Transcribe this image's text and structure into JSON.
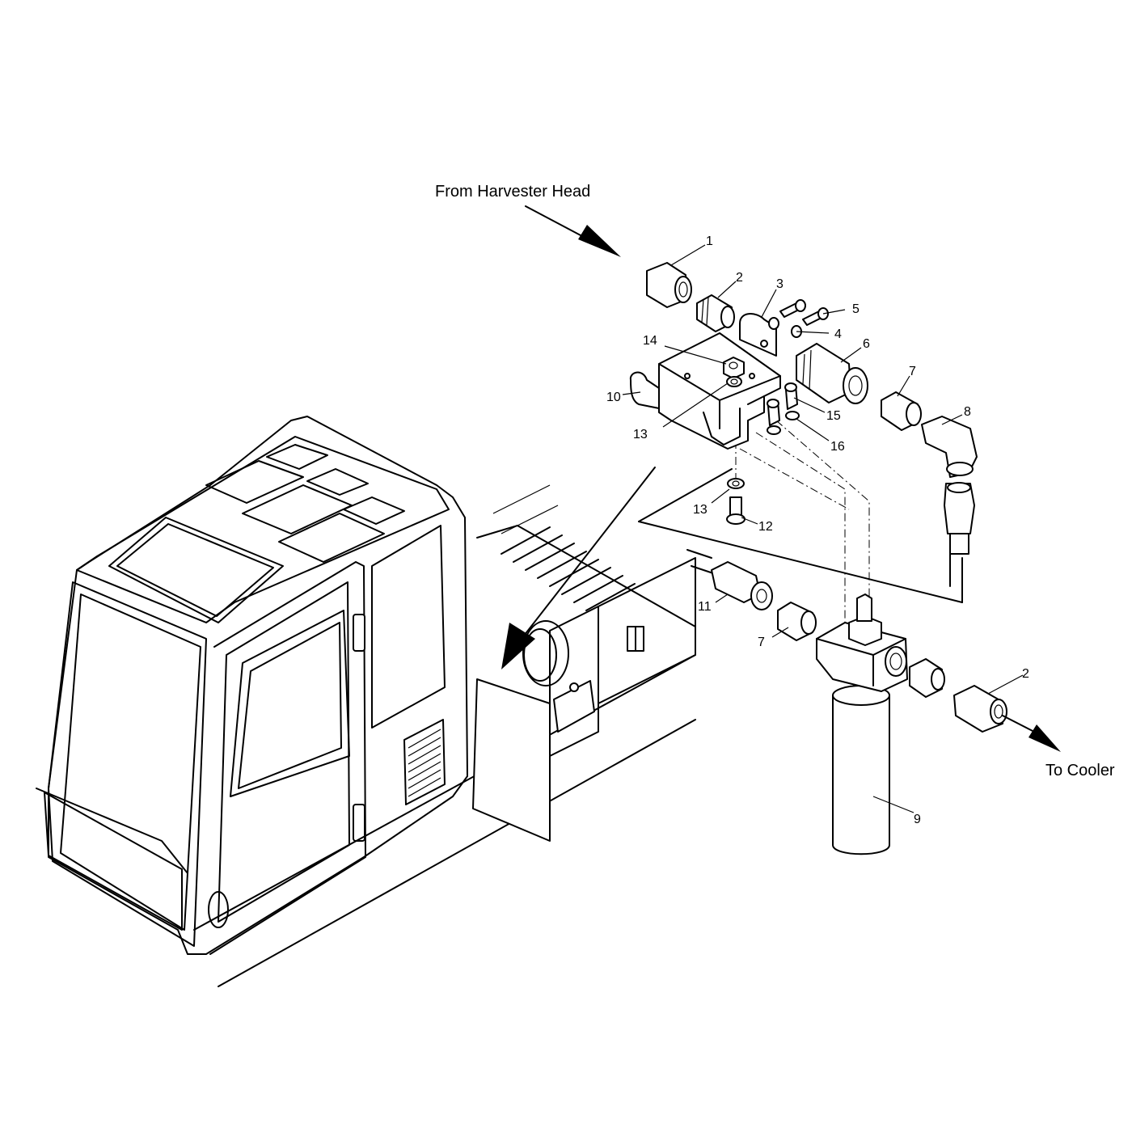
{
  "captions": {
    "inlet": "From Harvester Head",
    "outlet": "To Cooler"
  },
  "callouts": {
    "c1": "1",
    "c2a": "2",
    "c2b": "2",
    "c3": "3",
    "c4": "4",
    "c5": "5",
    "c6": "6",
    "c7a": "7",
    "c7b": "7",
    "c8": "8",
    "c9": "9",
    "c10": "10",
    "c11": "11",
    "c12": "12",
    "c13a": "13",
    "c13b": "13",
    "c14": "14",
    "c15": "15",
    "c16": "16"
  },
  "colors": {
    "ink": "#000000",
    "paper": "#ffffff"
  }
}
